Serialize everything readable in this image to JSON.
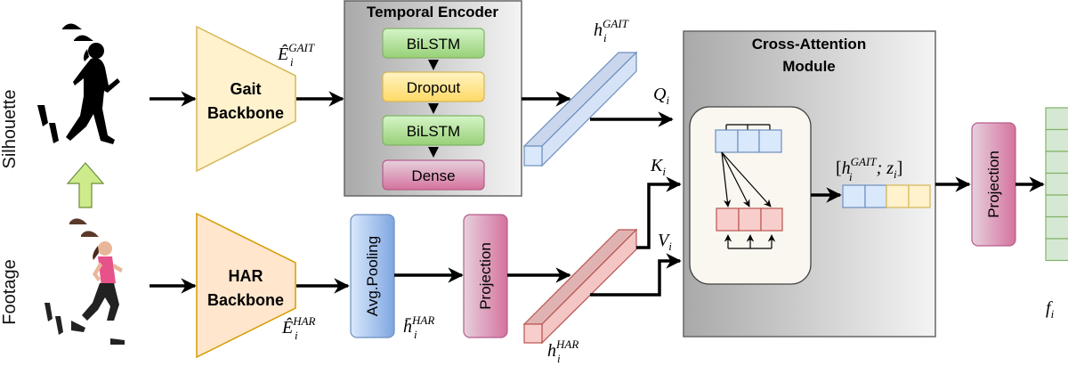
{
  "inputs": {
    "silhouette_label": "Silhouette",
    "footage_label": "Footage"
  },
  "gait_backbone": {
    "line1": "Gait",
    "line2": "Backbone"
  },
  "har_backbone": {
    "line1": "HAR",
    "line2": "Backbone"
  },
  "temporal_encoder": {
    "title": "Temporal Encoder",
    "layers": [
      "BiLSTM",
      "Dropout",
      "BiLSTM",
      "Dense"
    ]
  },
  "avg_pooling": {
    "label": "Avg.Pooling"
  },
  "projection_har": {
    "label": "Projection"
  },
  "projection_out": {
    "label": "Projection"
  },
  "cross_attention": {
    "title_line1": "Cross-Attention",
    "title_line2": "Module"
  },
  "math": {
    "e_gait": {
      "base": "Ê",
      "sub": "i",
      "sup": "GAIT"
    },
    "e_har": {
      "base": "Ê",
      "sub": "i",
      "sup": "HAR"
    },
    "h_bar_har": {
      "base": "h̄",
      "sub": "i",
      "sup": "HAR"
    },
    "h_gait": {
      "base": "h",
      "sub": "i",
      "sup": "GAIT"
    },
    "h_har": {
      "base": "h",
      "sub": "i",
      "sup": "HAR"
    },
    "q": {
      "base": "Q",
      "sub": "i"
    },
    "k": {
      "base": "K",
      "sub": "i"
    },
    "v": {
      "base": "V",
      "sub": "i"
    },
    "concat": {
      "open": "[",
      "base": "h",
      "sub": "i",
      "sup": "GAIT",
      "mid": "; z",
      "sub2": "i",
      "close": "]"
    },
    "f": {
      "base": "f",
      "sub": "i"
    }
  },
  "colors": {
    "gait_fill": "#fff2cc",
    "gait_stroke": "#d6b656",
    "har_fill": "#ffe6cc",
    "har_stroke": "#d79b00",
    "bilstm_fill": "#d5e8d4",
    "bilstm_stroke": "#82b366",
    "dropout_fill": "#fff2cc",
    "dropout_stroke": "#d6b656",
    "dense_fill": "#e6d0de",
    "dense_stroke": "#b85c8c",
    "blue_fill": "#dae8fc",
    "blue_stroke": "#6c8ebf",
    "red_fill": "#f8cecc",
    "red_stroke": "#b85450",
    "green_fill": "#d5e8d4",
    "green_stroke": "#82b366",
    "arrow_green": "#cdeb8b"
  }
}
